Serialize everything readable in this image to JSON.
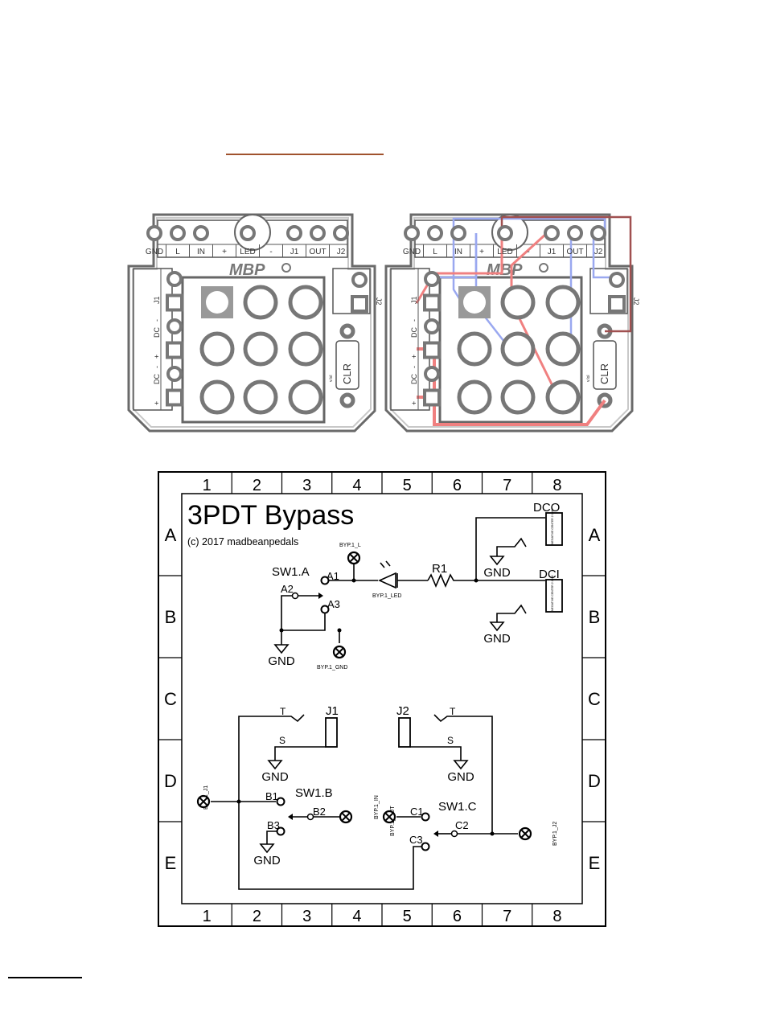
{
  "colors": {
    "accent_rule": "#a0522d",
    "trace_red": "#f08080",
    "trace_blue": "#9aa8f0",
    "board_outline": "#666666"
  },
  "pcb": {
    "top_pads": [
      "GND",
      "L",
      "IN",
      "+",
      "LED",
      "-",
      "J1",
      "OUT",
      "J2"
    ],
    "left_pads": [
      "J1",
      "-",
      "DC",
      "+",
      "-",
      "DC",
      "+"
    ],
    "right_pads": [
      "J2"
    ],
    "logo": "MBP",
    "clr_label": "CLR",
    "tiny_label": "v.lol"
  },
  "schematic": {
    "title": "3PDT Bypass",
    "copyright": "(c) 2017 madbeanpedals",
    "columns": [
      "1",
      "2",
      "3",
      "4",
      "5",
      "6",
      "7",
      "8"
    ],
    "rows": [
      "A",
      "B",
      "C",
      "D",
      "E"
    ],
    "labels": {
      "sw1a": "SW1.A",
      "a1": "A1",
      "a2": "A2",
      "a3": "A3",
      "byp_l": "BYP.1_L",
      "byp_led": "BYP.1_LED",
      "byp_gnd": "BYP.1_GND",
      "r1": "R1",
      "dco": "DCO",
      "dci": "DCI",
      "j1": "J1",
      "j2": "J2",
      "t": "T",
      "s": "S",
      "sw1b": "SW1.B",
      "b1": "B1",
      "b2": "B2",
      "b3": "B3",
      "sw1c": "SW1.C",
      "c1": "C1",
      "c2": "C2",
      "c3": "C3",
      "byp_j1": "BYP.1_J1",
      "byp_in": "BYP.1_IN",
      "byp_out": "BYP.1_OUT",
      "byp_j2": "BYP.1_J2",
      "gnd": "GND",
      "jack_text": "NEGATIVE CENTER 2.1MM"
    }
  }
}
